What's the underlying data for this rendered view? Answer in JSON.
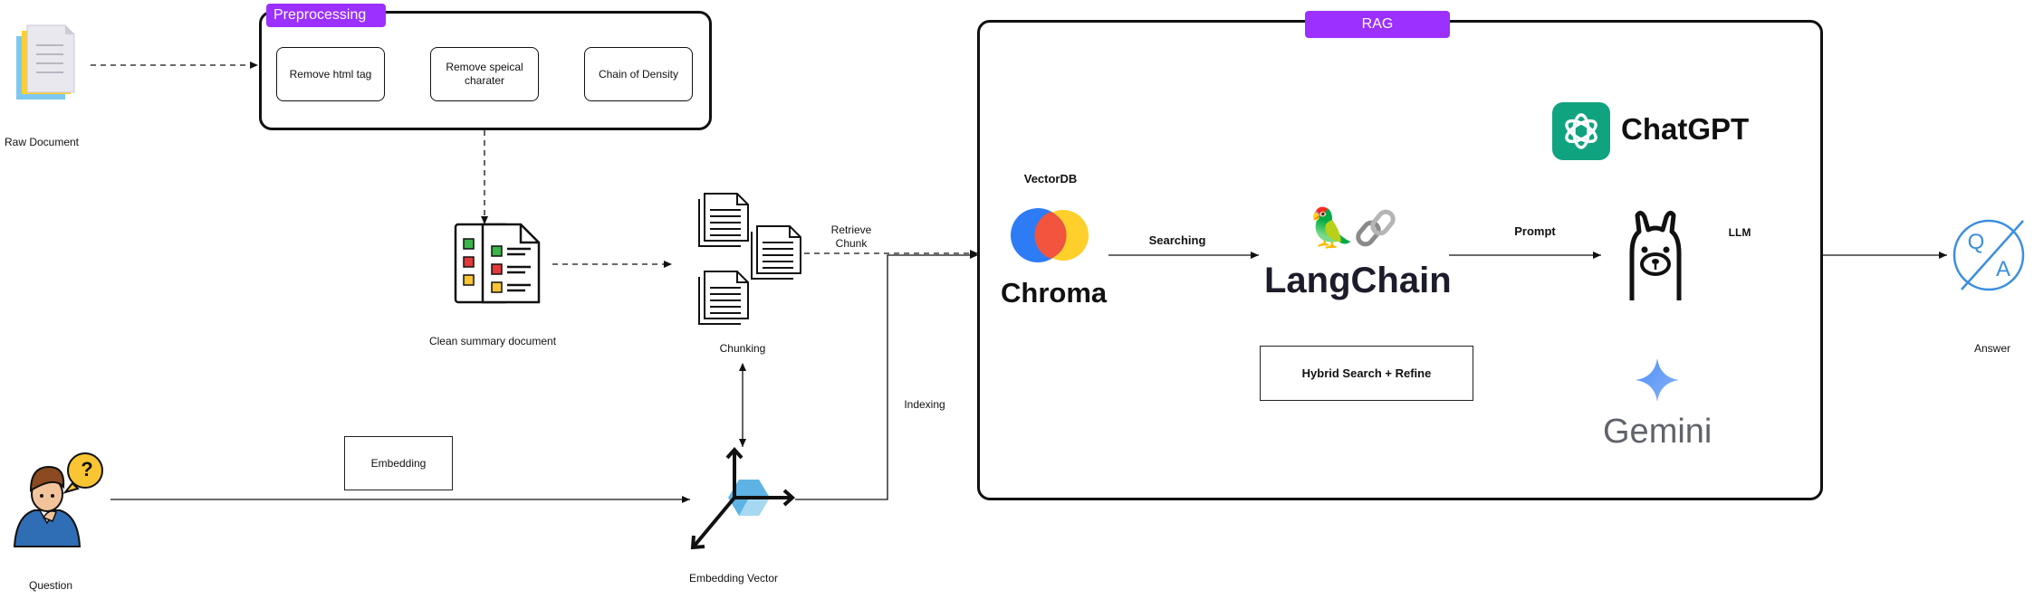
{
  "inputs": {
    "raw_document": "Raw Document",
    "question": "Question"
  },
  "preprocessing": {
    "title": "Preprocessing",
    "steps": [
      "Remove html tag",
      "Remove speical charater",
      "Chain of Density"
    ]
  },
  "clean_summary": "Clean summary document",
  "chunking": "Chunking",
  "retrieve_chunk": "Retrieve Chunk",
  "embedding_box": "Embedding",
  "embedding_vector": "Embedding Vector",
  "indexing": "Indexing",
  "rag": {
    "title": "RAG",
    "vectordb_label": "VectorDB",
    "chroma": "Chroma",
    "searching": "Searching",
    "langchain": "LangChain",
    "hybrid": "Hybrid Search + Refine",
    "prompt": "Prompt",
    "llm": "LLM",
    "chatgpt": "ChatGPT",
    "gemini": "Gemini"
  },
  "answer": "Answer",
  "icons": {
    "qa_q": "Q",
    "qa_a": "A",
    "question_mark": "?"
  },
  "colors": {
    "accent_purple": "#9b30ff",
    "chatgpt_green": "#10a37f",
    "chroma_blue": "#2d7cf6",
    "chroma_red": "#f2543d",
    "chroma_yellow": "#ffd02b",
    "embedding_blue": "#5fb3e4",
    "qa_blue": "#3b8ede"
  }
}
